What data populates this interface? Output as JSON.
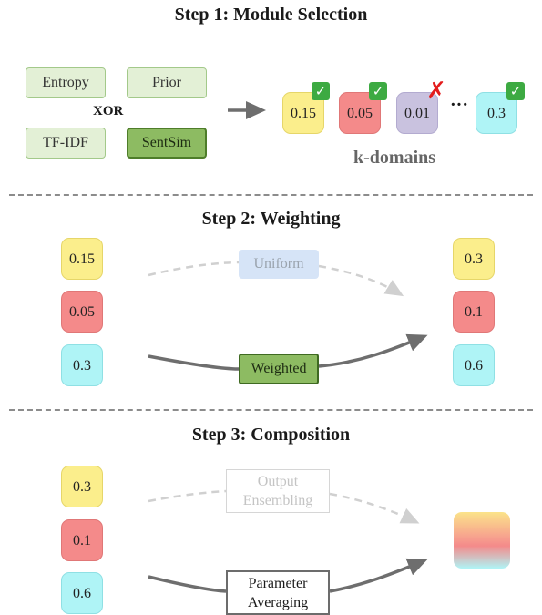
{
  "steps": {
    "step1": "Step 1: Module Selection",
    "step2": "Step 2: Weighting",
    "step3": "Step 3: Composition"
  },
  "modules": {
    "entropy": "Entropy",
    "prior": "Prior",
    "xor": "XOR",
    "tfidf": "TF-IDF",
    "sentsim": "SentSim"
  },
  "domains": {
    "values": [
      "0.15",
      "0.05",
      "0.01",
      "0.3"
    ],
    "ellipsis": "···",
    "label": "k-domains"
  },
  "weighting": {
    "inputs": [
      "0.15",
      "0.05",
      "0.3"
    ],
    "outputs": [
      "0.3",
      "0.1",
      "0.6"
    ],
    "uniform": "Uniform",
    "weighted": "Weighted"
  },
  "composition": {
    "inputs": [
      "0.3",
      "0.1",
      "0.6"
    ],
    "ensembling_line1": "Output",
    "ensembling_line2": "Ensembling",
    "averaging_line1": "Parameter",
    "averaging_line2": "Averaging"
  },
  "colors": {
    "yellow": "#fbee8c",
    "red": "#f48a8a",
    "purple": "#c9c2df",
    "cyan": "#aff4f6",
    "module_selected": "#8dbb62",
    "module_unselected": "#e3f0d6",
    "check_green": "#3daa42",
    "cross_red": "#e31c1c"
  },
  "icons": {
    "check": "check-icon",
    "cross": "cross-icon",
    "arrow": "arrow-icon"
  }
}
